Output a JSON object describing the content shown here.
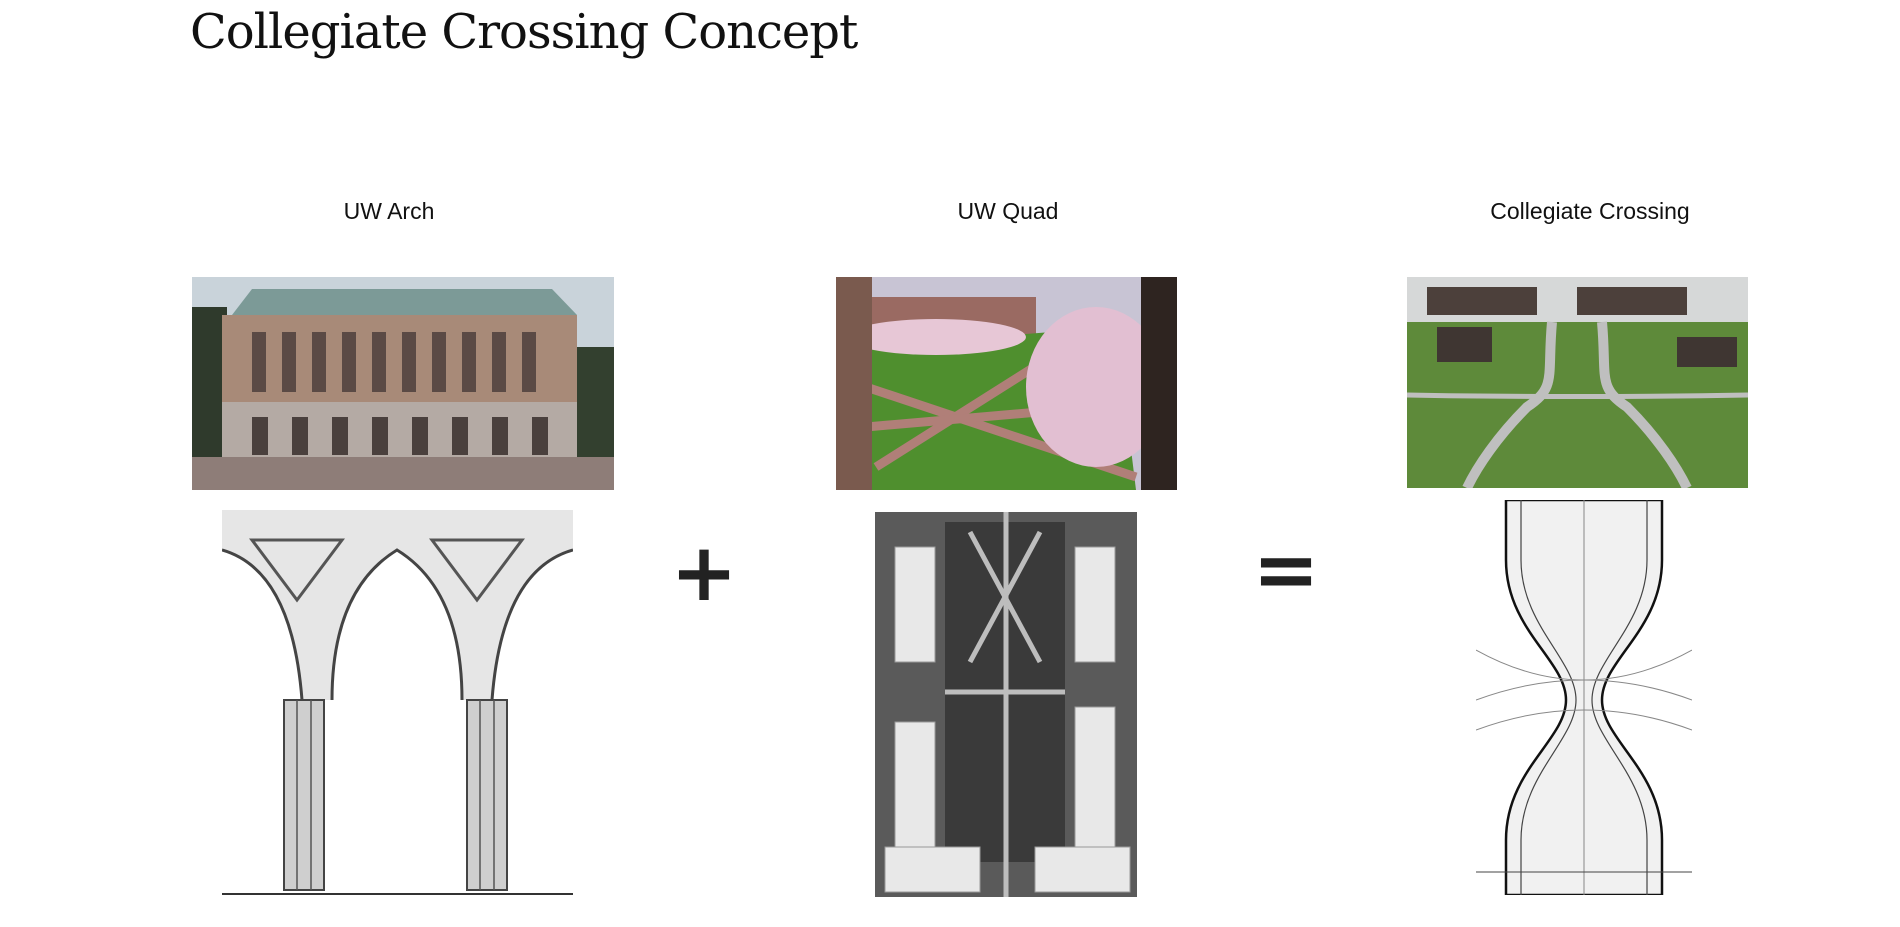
{
  "title": "Collegiate Crossing Concept",
  "columns": [
    {
      "label": "UW Arch"
    },
    {
      "label": "UW Quad"
    },
    {
      "label": "Collegiate Crossing"
    }
  ],
  "operators": {
    "plus": "+",
    "equals": "="
  }
}
